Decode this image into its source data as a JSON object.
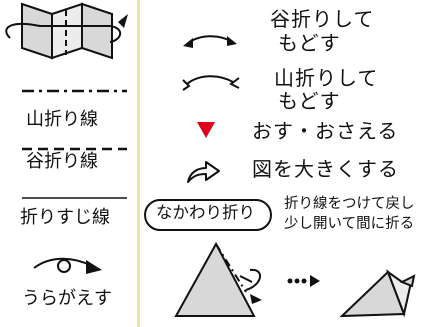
{
  "legend_left": {
    "mountain_fold_line_label": "山折り線",
    "valley_fold_line_label": "谷折り線",
    "crease_line_label": "折りすじ線",
    "turn_over_label": "うらがえす"
  },
  "legend_right": {
    "valley_fold_back_label": [
      "谷折りして",
      "もどす"
    ],
    "mountain_fold_back_label": [
      "山折りして",
      "もどす"
    ],
    "push_label": "おす・おさえる",
    "enlarge_label": "図を大きくする",
    "inside_reverse_badge": "なかわり折り",
    "inside_reverse_desc": [
      "折り線をつけて戻し",
      "少し開いて間に折る"
    ]
  },
  "colors": {
    "line": "#111111",
    "accent_red": "#e0001a",
    "divider": "#f3e5a0",
    "paper_fill": "#d8d8d8"
  }
}
